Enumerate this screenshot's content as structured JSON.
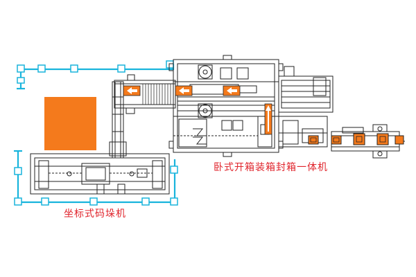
{
  "labels": {
    "palletizer": "坐标式码垛机",
    "case_packer": "卧式开箱装箱封箱一体机"
  },
  "colors": {
    "frame_line": "#222222",
    "guard_fence": "#18b4dc",
    "pallet_zone": "#f47a1c",
    "flow_arrow_box": "#f47a1c",
    "label_text": "#e0242c"
  },
  "icons": {
    "flow_arrow_left": "arrow-left",
    "flow_arrow_up": "arrow-up"
  }
}
